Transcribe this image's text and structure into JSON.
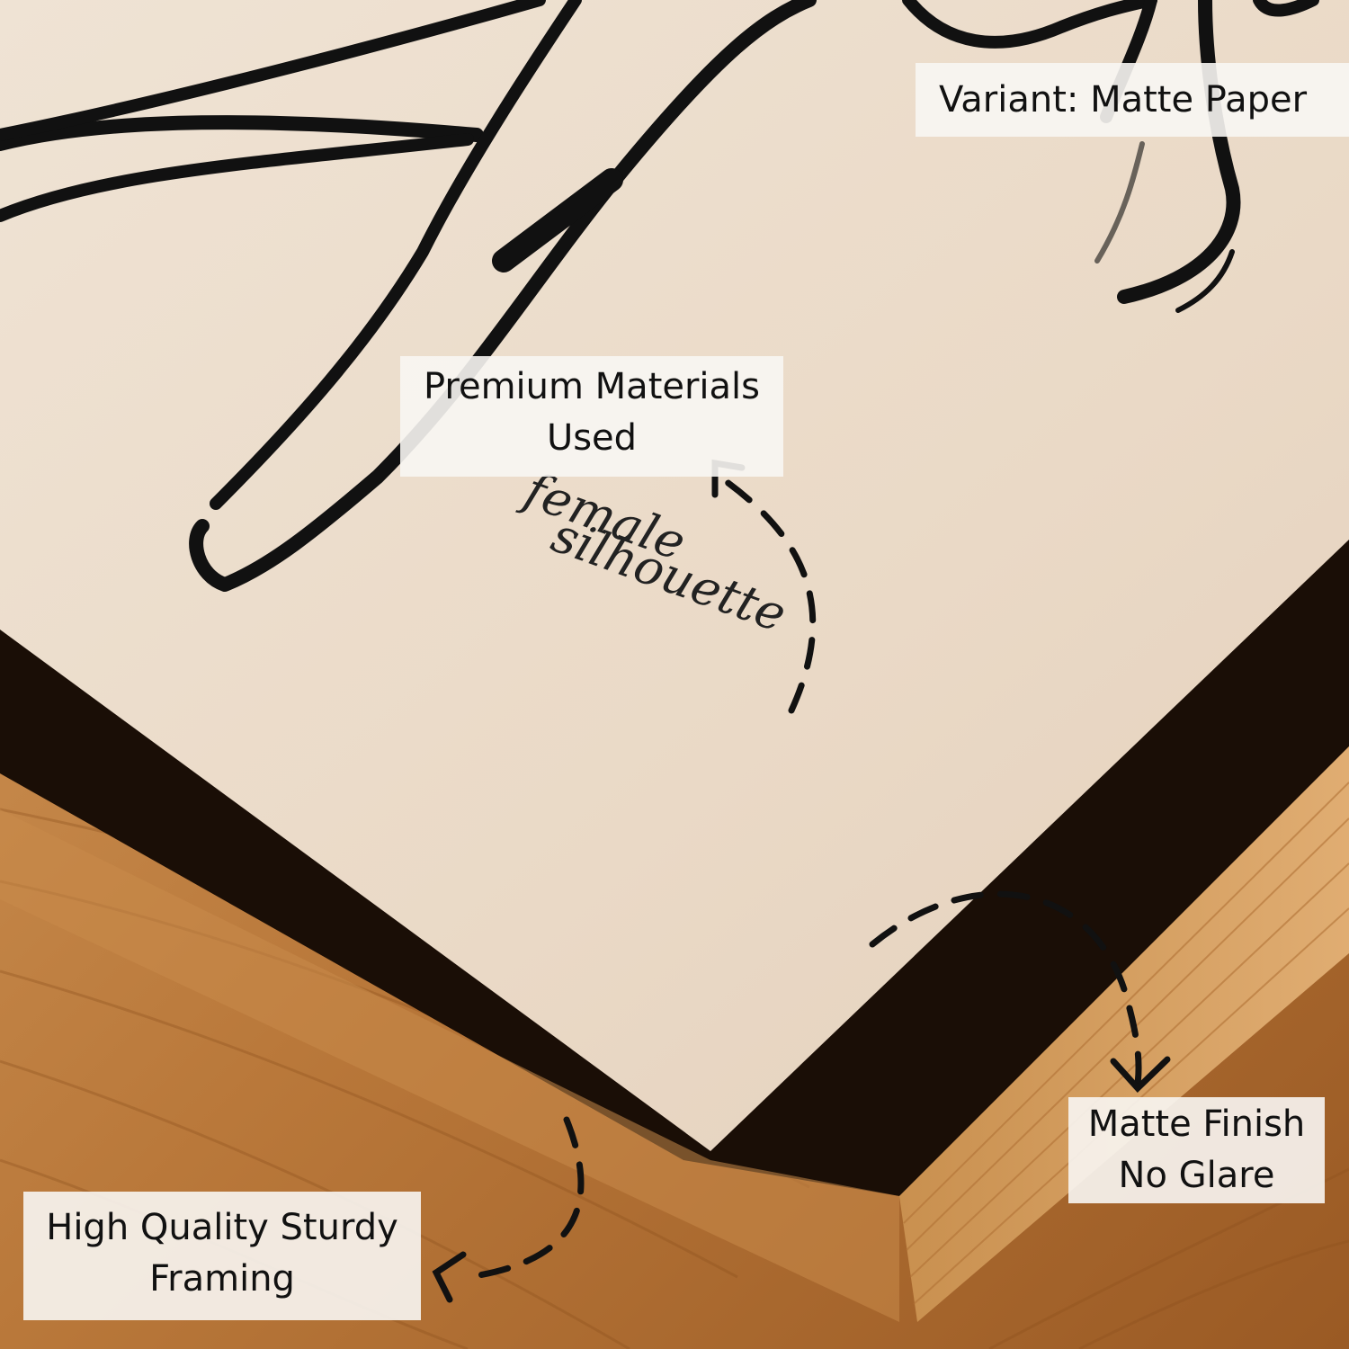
{
  "image": {
    "colors": {
      "paper": "#ecdfd0",
      "paper_shadow": "#d9c8b4",
      "ink": "#111111",
      "wood_light": "#c98a4a",
      "wood_dark": "#8a4f1d",
      "frame_edge": "#d9a468",
      "cavity": "#1a0e06",
      "label_bg": "#f8f6f3"
    }
  },
  "callouts": {
    "variant": "Variant: Matte Paper",
    "premium": [
      "Premium Materials",
      "Used"
    ],
    "matte": [
      "Matte Finish",
      "No Glare"
    ],
    "framing": [
      "High Quality Sturdy",
      "Framing"
    ]
  },
  "artwork": {
    "script_text": [
      "female",
      "silhouette"
    ]
  }
}
